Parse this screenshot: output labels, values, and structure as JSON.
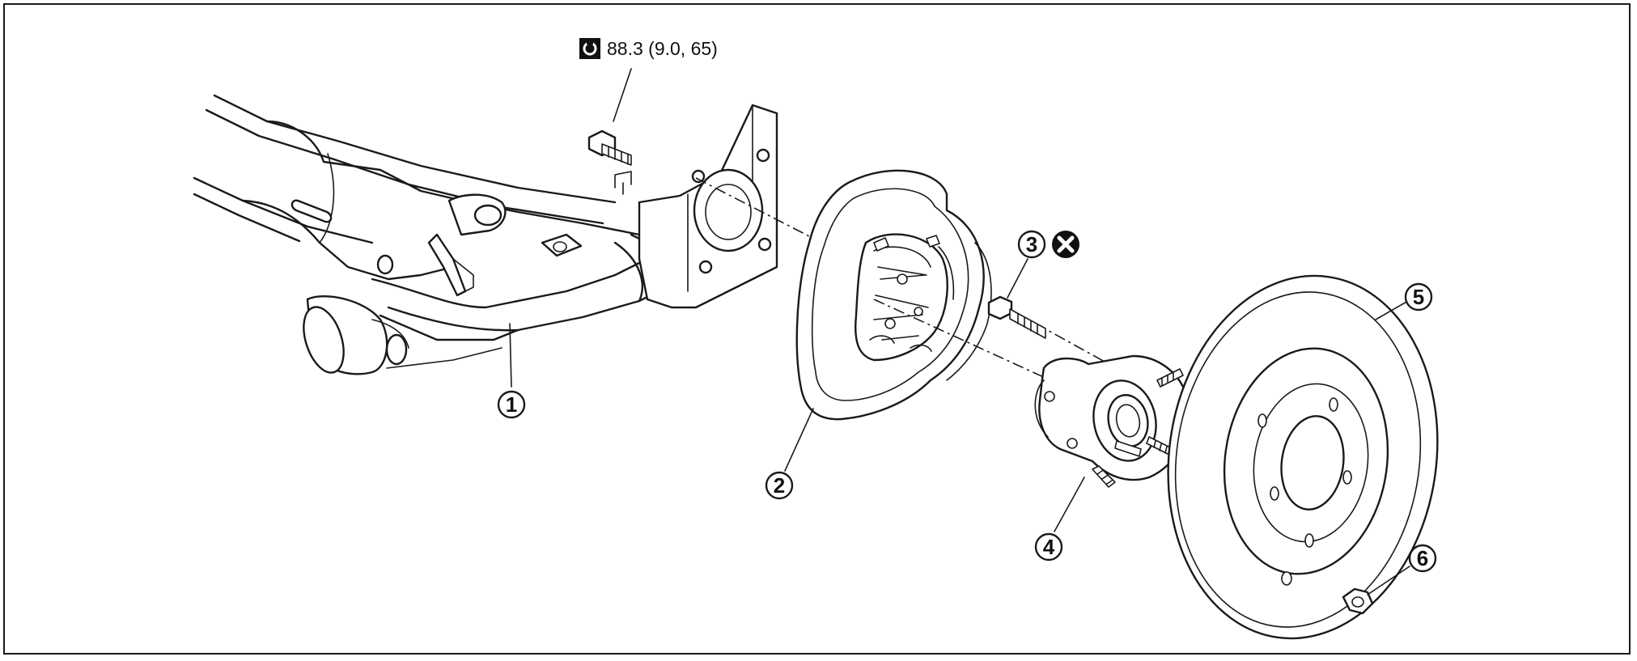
{
  "torque_spec": {
    "icon": "torque-wrench-icon",
    "text": "88.3 (9.0, 65)"
  },
  "no_reuse_icon": "cross-circle-icon",
  "callouts": [
    {
      "id": "1",
      "label": "1"
    },
    {
      "id": "2",
      "label": "2"
    },
    {
      "id": "3",
      "label": "3"
    },
    {
      "id": "4",
      "label": "4"
    },
    {
      "id": "5",
      "label": "5"
    },
    {
      "id": "6",
      "label": "6"
    }
  ]
}
